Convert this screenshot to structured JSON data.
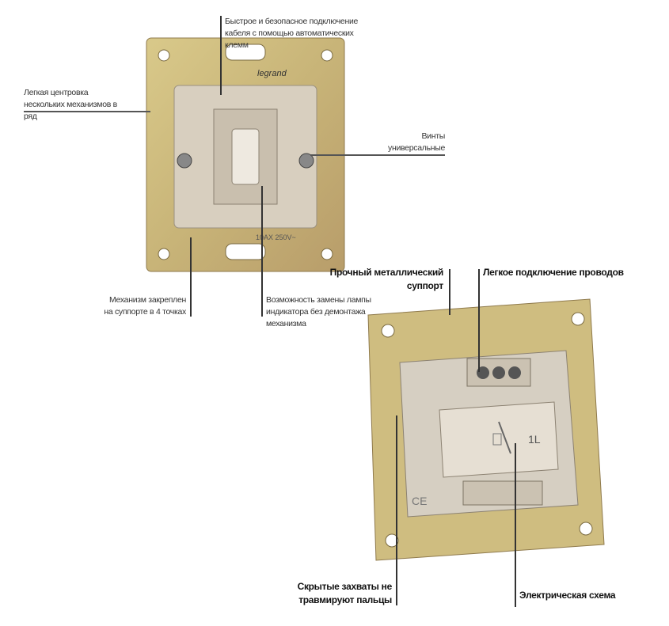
{
  "callouts": {
    "cable_connection": "Быстрое и безопасное подключение кабеля с помощью автоматических клемм",
    "centering": "Легкая центровка нескольких механизмов в ряд",
    "screws": "Винты универсальные",
    "fixed_4_points": "Механизм закреплен на суппорте в 4 точках",
    "lamp_replacement": "Возможность замены лампы индикатора без демонтажа механизма",
    "metal_support": "Прочный металлический суппорт",
    "wire_connection": "Легкое подключение проводов",
    "hidden_clips": "Скрытые захваты не травмируют пальцы",
    "circuit": "Электрическая схема"
  },
  "markings": {
    "brand": "legrand",
    "rating": "10AX 250V~",
    "circuit_label": "1L",
    "ce_mark": "CE"
  }
}
